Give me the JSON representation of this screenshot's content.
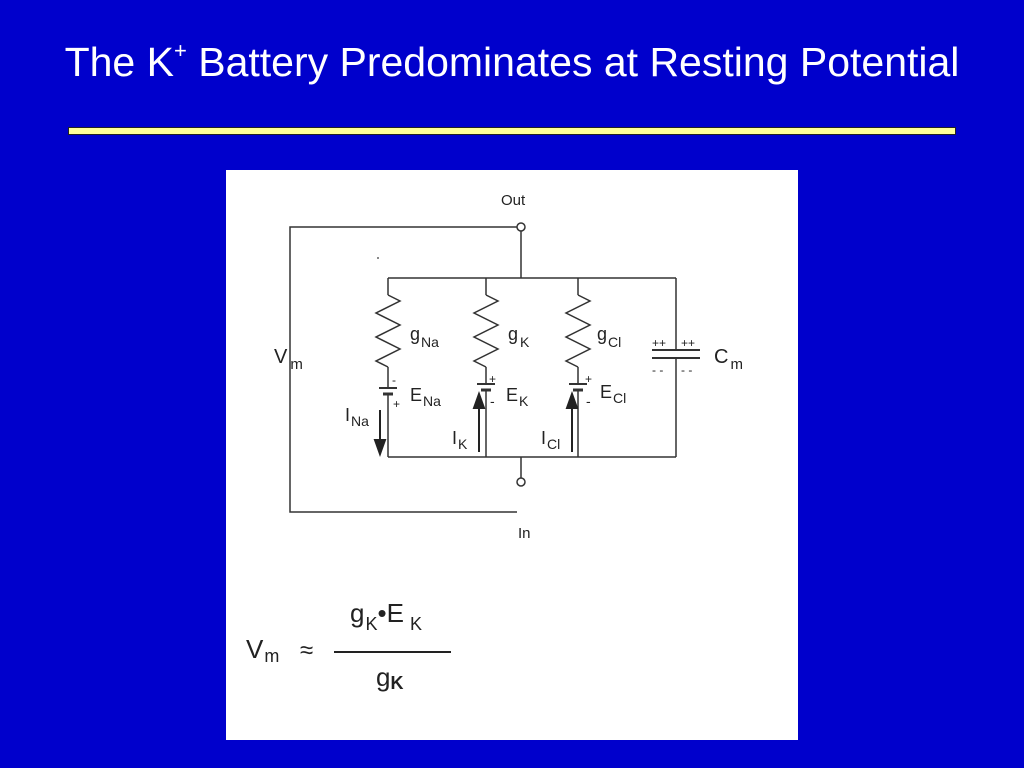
{
  "slide": {
    "title_main": "The K",
    "title_sup": "+",
    "title_rest": " Battery Predominates at Resting Potential",
    "background_color": "#0000cc",
    "rule_color": "#ffff99"
  },
  "circuit": {
    "out_label": "Out",
    "in_label": "In",
    "vm_main": "V",
    "vm_sub": "m",
    "na": {
      "g_main": "g",
      "g_sub": "Na",
      "e_main": "E",
      "e_sub": "Na",
      "i_main": "I",
      "i_sub": "Na",
      "pol_top": "-",
      "pol_bottom": "+"
    },
    "k": {
      "g_main": "g",
      "g_sub": "K",
      "e_main": "E",
      "e_sub": "K",
      "i_main": "I",
      "i_sub": "K",
      "pol_top": "+",
      "pol_bottom": "-"
    },
    "cl": {
      "g_main": "g",
      "g_sub": "Cl",
      "e_main": "E",
      "e_sub": "Cl",
      "i_main": "I",
      "i_sub": "Cl",
      "pol_top": "+",
      "pol_bottom": "-"
    },
    "cap": {
      "c_main": "C",
      "c_sub": "m",
      "plus_left": "++",
      "plus_right": "++",
      "minus_left": "- -",
      "minus_right": "- -"
    }
  },
  "equation": {
    "lhs_main": "V",
    "lhs_sub": "m",
    "approx": "≈",
    "num_g": "g",
    "num_g_sub": "K",
    "num_dot": "•E",
    "num_e_sub": "K",
    "den_g": "g",
    "den_g_sub": "K"
  }
}
